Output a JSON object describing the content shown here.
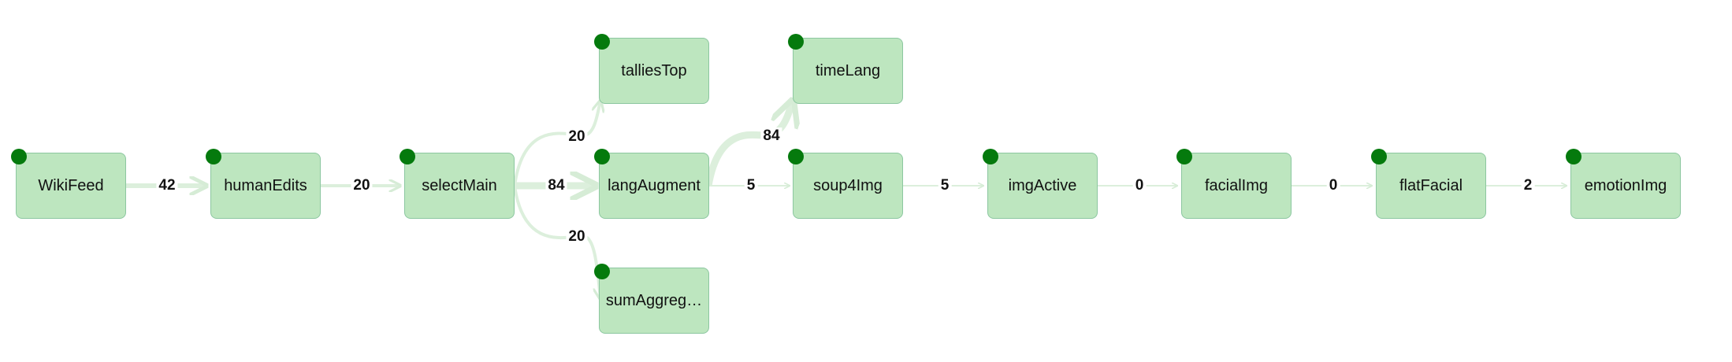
{
  "colors": {
    "node_fill": "#bde6bf",
    "node_border": "#8cc7a0",
    "status_dot": "#057a0d",
    "edge": "#dcefdc"
  },
  "nodes": {
    "wikifeed": {
      "label": "WikiFeed",
      "status": "running"
    },
    "humanedits": {
      "label": "humanEdits",
      "status": "running"
    },
    "selectmain": {
      "label": "selectMain",
      "status": "running"
    },
    "talliestop": {
      "label": "talliesTop",
      "status": "running"
    },
    "langaugment": {
      "label": "langAugment",
      "status": "running"
    },
    "sumaggreg": {
      "label": "sumAggreg…",
      "status": "running"
    },
    "timelang": {
      "label": "timeLang",
      "status": "running"
    },
    "soup4img": {
      "label": "soup4Img",
      "status": "running"
    },
    "imgactive": {
      "label": "imgActive",
      "status": "running"
    },
    "facialimg": {
      "label": "facialImg",
      "status": "running"
    },
    "flatfacial": {
      "label": "flatFacial",
      "status": "running"
    },
    "emotionimg": {
      "label": "emotionImg",
      "status": "running"
    }
  },
  "edges": {
    "wikifeed_humanedits": {
      "label": "42"
    },
    "humanedits_selectmain": {
      "label": "20"
    },
    "selectmain_talliestop": {
      "label": "20"
    },
    "selectmain_langaugment": {
      "label": "84"
    },
    "selectmain_sumaggreg": {
      "label": "20"
    },
    "langaugment_timelang": {
      "label": "84"
    },
    "langaugment_soup4img": {
      "label": "5"
    },
    "soup4img_imgactive": {
      "label": "5"
    },
    "imgactive_facialimg": {
      "label": "0"
    },
    "facialimg_flatfacial": {
      "label": "0"
    },
    "flatfacial_emotionimg": {
      "label": "2"
    }
  }
}
